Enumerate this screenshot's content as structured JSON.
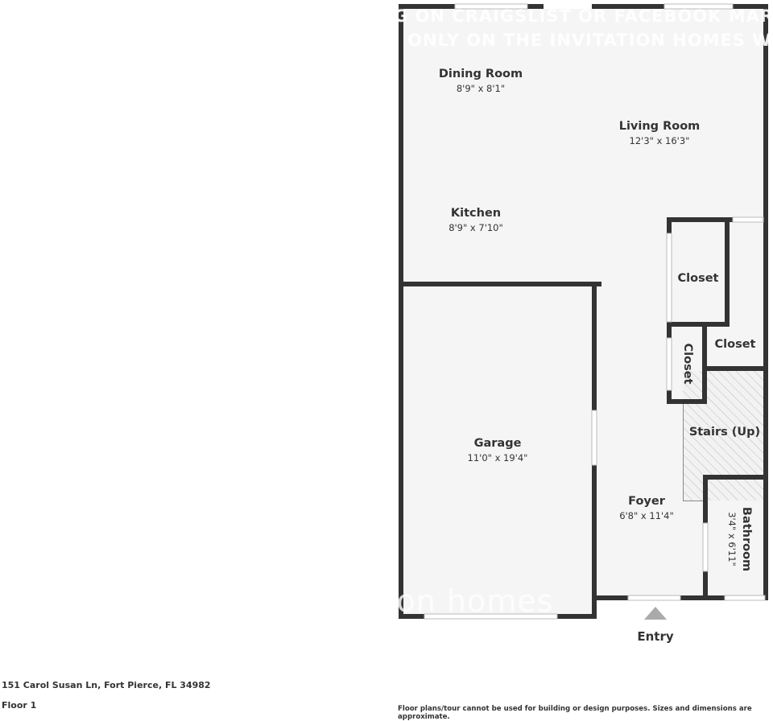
{
  "watermark": {
    "line1": "G ON CRAIGSLIST OR FACEBOOK MAR",
    "line2": "ONLY ON THE INVITATION HOMES WE",
    "logo": "on homes"
  },
  "rooms": [
    {
      "name": "Dining Room",
      "dims": "8'9\" x 8'1\""
    },
    {
      "name": "Living Room",
      "dims": "12'3\" x 16'3\""
    },
    {
      "name": "Kitchen",
      "dims": "8'9\" x 7'10\""
    },
    {
      "name": "Closet"
    },
    {
      "name": "Closet"
    },
    {
      "name": "Closet"
    },
    {
      "name": "Stairs (Up)"
    },
    {
      "name": "Garage",
      "dims": "11'0\" x 19'4\""
    },
    {
      "name": "Foyer",
      "dims": "6'8\" x 11'4\""
    },
    {
      "name": "Bathroom",
      "dims": "3'4\" x 6'11\""
    }
  ],
  "entry_label": "Entry",
  "address": "151 Carol Susan Ln, Fort Pierce, FL 34982",
  "floor": "Floor 1",
  "disclaimer": "Floor plans/tour cannot be used for building or design purposes. Sizes and dimensions are approximate.",
  "colors": {
    "wall": "#333333",
    "floor": "#f5f5f5",
    "marker": "#aaaaaa"
  }
}
